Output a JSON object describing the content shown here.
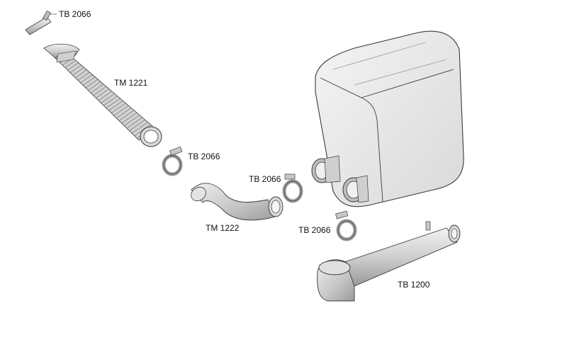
{
  "labels": {
    "clamp_top": "TB 2066",
    "flex_pipe": "TM 1221",
    "clamp_mid": "TB 2066",
    "clamp_right": "TB 2066",
    "elbow_pipe": "TM 1222",
    "clamp_low": "TB 2066",
    "tail_pipe": "TB 1200"
  },
  "colors": {
    "metal_light": "#e6e6e6",
    "metal_mid": "#c4c4c4",
    "metal_dark": "#8c8c8c",
    "outline": "#3a3a3a",
    "label_text": "#111111"
  }
}
